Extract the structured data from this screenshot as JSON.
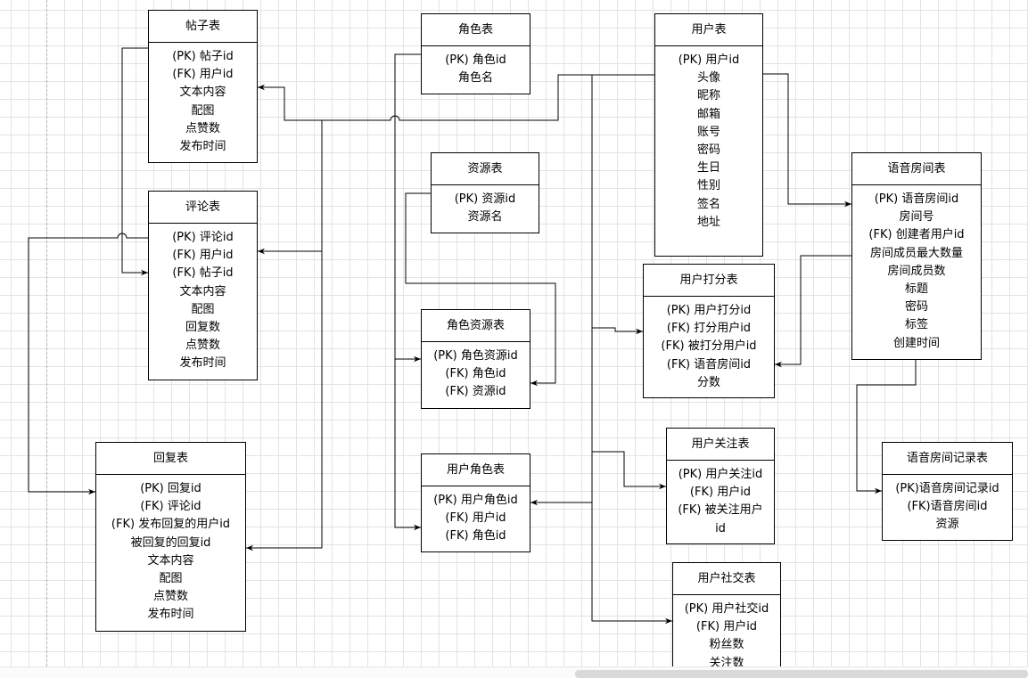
{
  "colors": {
    "stroke": "#000000",
    "grid": "#e3e3e3",
    "scrollbar": "#d9d9d9"
  },
  "tables": {
    "post": {
      "title": "帖子表",
      "fields": [
        "(PK) 帖子id",
        "(FK) 用户id",
        "文本内容",
        "配图",
        "点赞数",
        "发布时间"
      ]
    },
    "comment": {
      "title": "评论表",
      "fields": [
        "(PK) 评论id",
        "(FK) 用户id",
        "(FK) 帖子id",
        "文本内容",
        "配图",
        "回复数",
        "点赞数",
        "发布时间"
      ]
    },
    "reply": {
      "title": "回复表",
      "fields": [
        "(PK) 回复id",
        "(FK) 评论id",
        "(FK) 发布回复的用户id",
        "被回复的回复id",
        "文本内容",
        "配图",
        "点赞数",
        "发布时间"
      ]
    },
    "role": {
      "title": "角色表",
      "fields": [
        "(PK) 角色id",
        "角色名"
      ]
    },
    "resource": {
      "title": "资源表",
      "fields": [
        "(PK) 资源id",
        "资源名"
      ]
    },
    "role_resource": {
      "title": "角色资源表",
      "fields": [
        "(PK) 角色资源id",
        "(FK) 角色id",
        "(FK) 资源id"
      ]
    },
    "user_role": {
      "title": "用户角色表",
      "fields": [
        "(PK) 用户角色id",
        "(FK) 用户id",
        "(FK) 角色id"
      ]
    },
    "user": {
      "title": "用户表",
      "fields": [
        "(PK) 用户id",
        "头像",
        "昵称",
        "邮箱",
        "账号",
        "密码",
        "生日",
        "性别",
        "签名",
        "地址"
      ]
    },
    "voice_room": {
      "title": "语音房间表",
      "fields": [
        "(PK) 语音房间id",
        "房间号",
        "(FK) 创建者用户id",
        "房间成员最大数量",
        "房间成员数",
        "标题",
        "密码",
        "标签",
        "创建时间"
      ]
    },
    "user_rating": {
      "title": "用户打分表",
      "fields": [
        "(PK) 用户打分id",
        "(FK) 打分用户id",
        "(FK) 被打分用户id",
        "(FK) 语音房间id",
        "分数"
      ]
    },
    "user_follow": {
      "title": "用户关注表",
      "fields": [
        "(PK) 用户关注id",
        "(FK) 用户id",
        "(FK) 被关注用户",
        "id"
      ]
    },
    "voice_room_record": {
      "title": "语音房间记录表",
      "fields": [
        "(PK)语音房间记录id",
        "(FK)语音房间id",
        "资源"
      ]
    },
    "user_social": {
      "title": "用户社交表",
      "fields": [
        "(PK) 用户社交id",
        "(FK) 用户id",
        "粉丝数",
        "关注数"
      ]
    }
  }
}
